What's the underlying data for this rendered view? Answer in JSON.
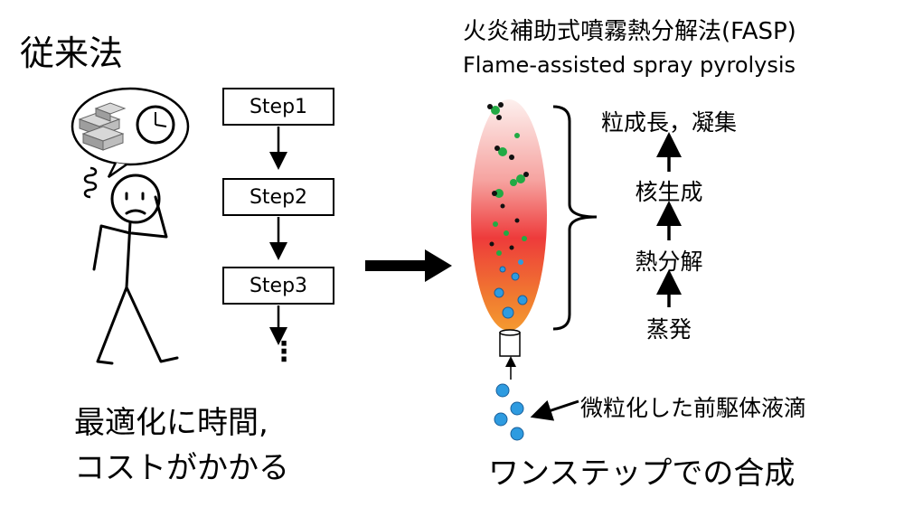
{
  "left": {
    "title": "従来法",
    "steps": [
      "Step1",
      "Step2",
      "Step3"
    ],
    "ellipsis": "⋮",
    "summary_line1": "最適化に時間,",
    "summary_line2": "コストがかかる"
  },
  "right": {
    "title": "火炎補助式噴霧熱分解法(FASP)",
    "subtitle": "Flame-assisted spray pyrolysis",
    "stages": [
      "粒成長，凝集",
      "核生成",
      "熱分解",
      "蒸発"
    ],
    "droplet_label": "微粒化した前駆体液滴",
    "summary": "ワンステップでの合成"
  },
  "colors": {
    "flame_top": "#fde8e6",
    "flame_mid": "#ee3b3b",
    "flame_bottom": "#f08a24",
    "droplet": "#2e9be0",
    "particle_green": "#22aa44",
    "particle_black": "#111111"
  },
  "icons": [
    "person-worried-icon",
    "money-stack-icon",
    "clock-icon",
    "spiral-stress-icon"
  ]
}
